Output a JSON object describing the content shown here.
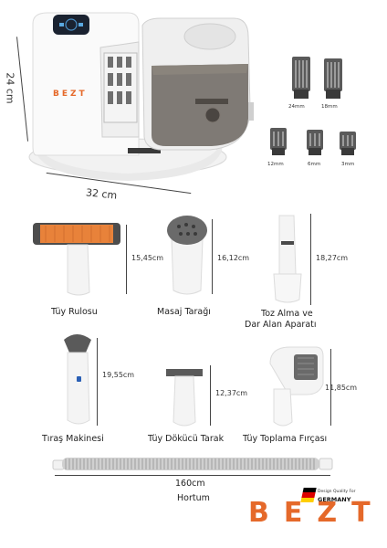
{
  "main_device": {
    "height_label": "24 cm",
    "width_label": "32 cm",
    "brand_on_device": "BEZT"
  },
  "comb_guides": [
    {
      "label": "24mm"
    },
    {
      "label": "18mm"
    },
    {
      "label": "12mm"
    },
    {
      "label": "6mm"
    },
    {
      "label": "3mm"
    }
  ],
  "accessories": [
    {
      "name": "Tüy Rulosu",
      "dimension": "15,45cm"
    },
    {
      "name": "Masaj Tarağı",
      "dimension": "16,12cm"
    },
    {
      "name_line1": "Toz Alma ve",
      "name_line2": "Dar Alan Aparatı",
      "dimension": "18,27cm"
    },
    {
      "name": "Tıraş Makinesi",
      "dimension": "19,55cm"
    },
    {
      "name": "Tüy Dökücü Tarak",
      "dimension": "12,37cm"
    },
    {
      "name": "Tüy Toplama Fırçası",
      "dimension": "11,85cm"
    }
  ],
  "hose": {
    "length": "160cm",
    "name": "Hortum"
  },
  "brand": {
    "logo_text": "BEZT",
    "tagline": "Design Quality For",
    "country": "GERMANY",
    "accent": "#e5692a",
    "flag": [
      "#000000",
      "#dd0000",
      "#ffce00"
    ]
  }
}
